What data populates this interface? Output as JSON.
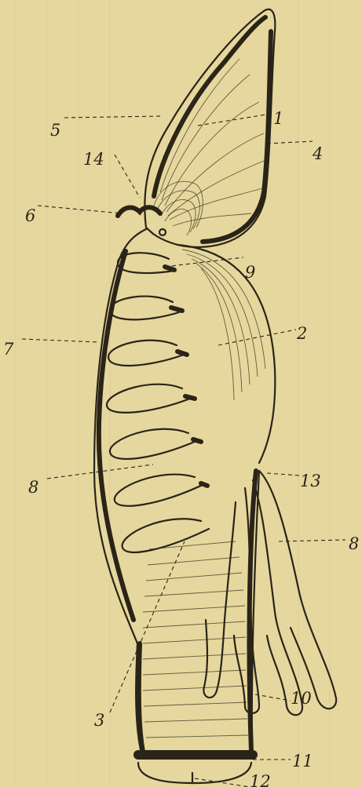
{
  "labels": {
    "l1": "1",
    "l2": "2",
    "l3": "3",
    "l4": "4",
    "l5": "5",
    "l6": "6",
    "l7": "7",
    "l8a": "8",
    "l8b": "8",
    "l9": "9",
    "l10": "10",
    "l11": "11",
    "l12": "12",
    "l13": "13",
    "l14": "14"
  }
}
